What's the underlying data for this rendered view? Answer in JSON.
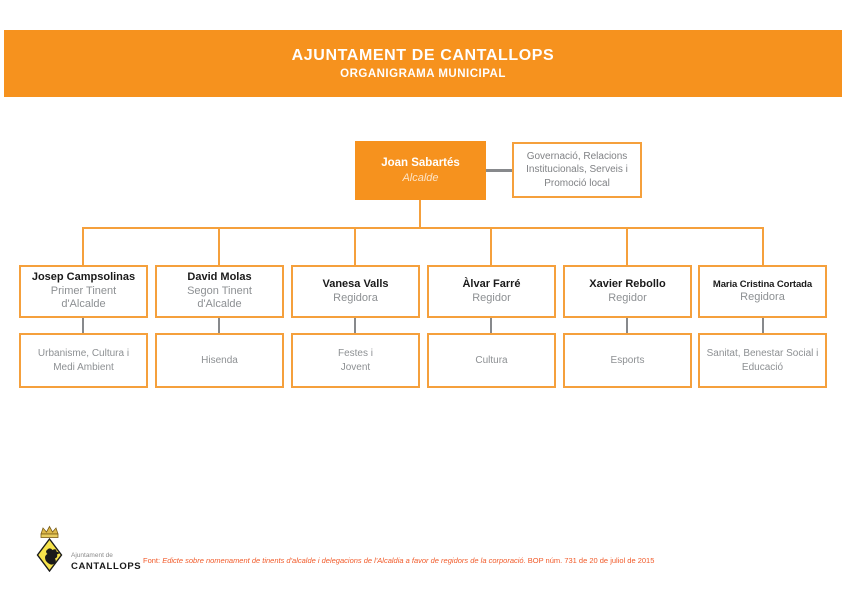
{
  "header": {
    "title": "AJUNTAMENT DE CANTALLOPS",
    "subtitle": "ORGANIGRAMA MUNICIPAL"
  },
  "org": {
    "mayor": {
      "name": "Joan Sabartés",
      "role": "Alcalde",
      "portfolio": "Governació, Relacions\nInstitucionals, Serveis i\nPromoció local"
    },
    "members": [
      {
        "name": "Josep Campsolinas",
        "role": "Primer Tinent\nd'Alcalde",
        "area": "Urbanisme, Cultura i\nMedi Ambient"
      },
      {
        "name": "David Molas",
        "role": "Segon Tinent\nd'Alcalde",
        "area": "Hisenda"
      },
      {
        "name": "Vanesa Valls",
        "role": "Regidora",
        "area": "Festes i\nJovent"
      },
      {
        "name": "Àlvar Farré",
        "role": "Regidor",
        "area": "Cultura"
      },
      {
        "name": "Xavier Rebollo",
        "role": "Regidor",
        "area": "Esports"
      },
      {
        "name": "Maria Cristina Cortada",
        "role": "Regidora",
        "area": "Sanitat, Benestar Social i\nEducació"
      }
    ]
  },
  "footer": {
    "logo_line1": "Ajuntament de",
    "logo_line2": "CANTALLOPS",
    "source_prefix": "Font: ",
    "source_title": "Edicte sobre nomenament de tinents d'alcalde i delegacions de l'Alcaldia a favor de regidors de la corporació.",
    "source_suffix": " BOP núm. 731 de 20 de juliol de 2015"
  },
  "colors": {
    "orange": "#F6921E",
    "border_orange": "#F5A03C",
    "connector_gray": "#87898C",
    "muted_text": "#8D9093",
    "footnote_orange": "#F15A29"
  }
}
